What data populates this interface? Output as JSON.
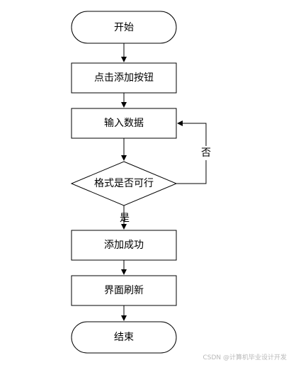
{
  "nodes": {
    "start": "开始",
    "click_add": "点击添加按钮",
    "input_data": "输入数据",
    "format_check": "格式是否可行",
    "add_success": "添加成功",
    "refresh": "界面刷新",
    "end": "结束"
  },
  "edges": {
    "no_label": "否",
    "yes_label": "是"
  },
  "watermark": "CSDN @计算机毕业设计开发"
}
